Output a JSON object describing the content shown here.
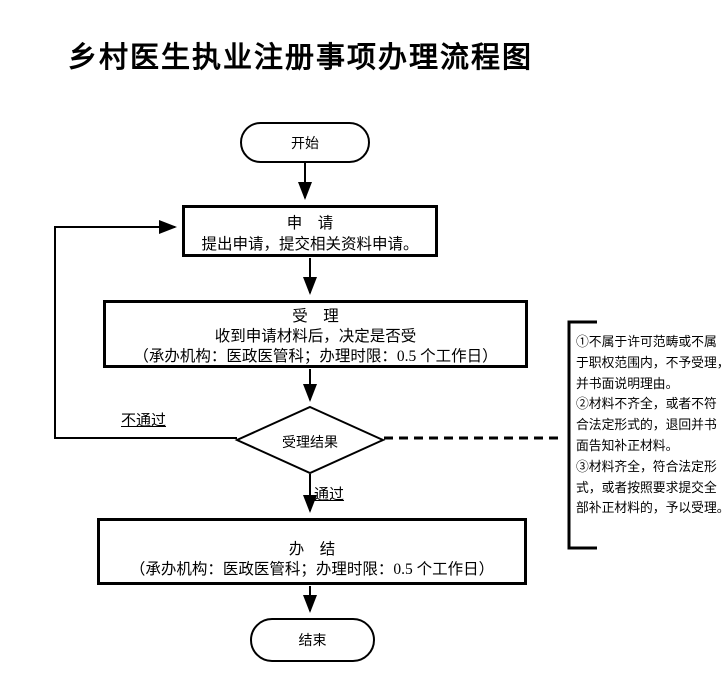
{
  "title": "乡村医生执业注册事项办理流程图",
  "nodes": {
    "start": {
      "label": "开始"
    },
    "apply": {
      "title": "申　请",
      "desc": "提出申请，提交相关资料申请。"
    },
    "accept": {
      "title": "受　理",
      "desc1": "收到申请材料后，决定是否受",
      "desc2": "（承办机构：医政医管科；办理时限：0.5 个工作日）"
    },
    "decision": {
      "label": "受理结果"
    },
    "complete": {
      "title": "办　结",
      "desc": "（承办机构：医政医管科；办理时限：0.5 个工作日）"
    },
    "end": {
      "label": "结束"
    }
  },
  "edges": {
    "fail_label": "不通过",
    "pass_label": "通过"
  },
  "annotation": {
    "lines": [
      "①不属于许可范畴或不属",
      "于职权范围内，不予受理，",
      "并书面说明理由。",
      "②材料不齐全，或者不符",
      "合法定形式的，退回并书",
      "面告知补正材料。",
      "③材料齐全，符合法定形",
      "式，或者按照要求提交全",
      "部补正材料的，予以受理。"
    ]
  },
  "colors": {
    "line": "#000000",
    "background": "#ffffff",
    "text": "#000000"
  }
}
